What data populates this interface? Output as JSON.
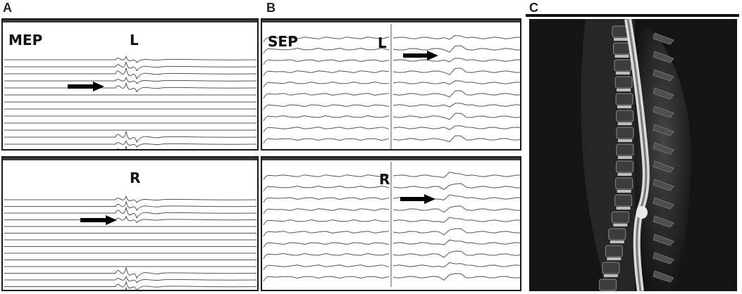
{
  "panels": {
    "a": {
      "letter": "A",
      "mep_label": "MEP",
      "top_side": "L",
      "bottom_side": "R"
    },
    "b": {
      "letter": "B",
      "sep_label": "SEP",
      "top_side": "L",
      "bottom_side": "R"
    },
    "c": {
      "letter": "C"
    }
  },
  "colors": {
    "trace": "#555555",
    "arrow": "#000000",
    "mri_background": "#141414"
  },
  "icons": {
    "arrow": "arrow-right-icon"
  }
}
